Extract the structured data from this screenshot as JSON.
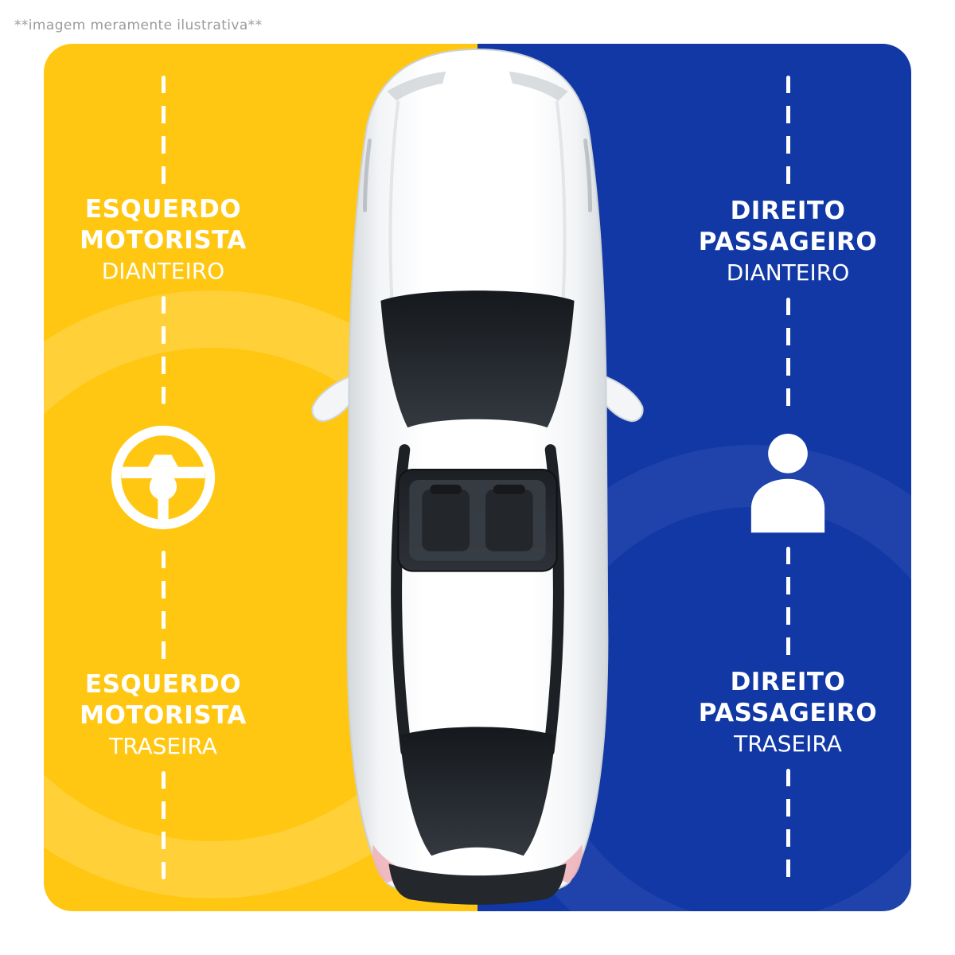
{
  "disclaimer": "**imagem meramente ilustrativa**",
  "colors": {
    "left_bg": "#FFC711",
    "right_bg": "#1138A5",
    "label_text": "#FFFFFF",
    "disclaimer_text": "#9B9B9B",
    "dash": "#FFFFFF"
  },
  "left_panel": {
    "side": "esquerdo",
    "top_label": {
      "line1": "ESQUERDO",
      "line2": "MOTORISTA",
      "line3": "DIANTEIRO"
    },
    "icon": "steering-wheel-icon",
    "bottom_label": {
      "line1": "ESQUERDO",
      "line2": "MOTORISTA",
      "line3": "TRASEIRA"
    }
  },
  "right_panel": {
    "side": "direito",
    "top_label": {
      "line1": "DIREITO",
      "line2": "PASSAGEIRO",
      "line3": "DIANTEIRO"
    },
    "icon": "person-icon",
    "bottom_label": {
      "line1": "DIREITO",
      "line2": "PASSAGEIRO",
      "line3": "TRASEIRA"
    }
  }
}
